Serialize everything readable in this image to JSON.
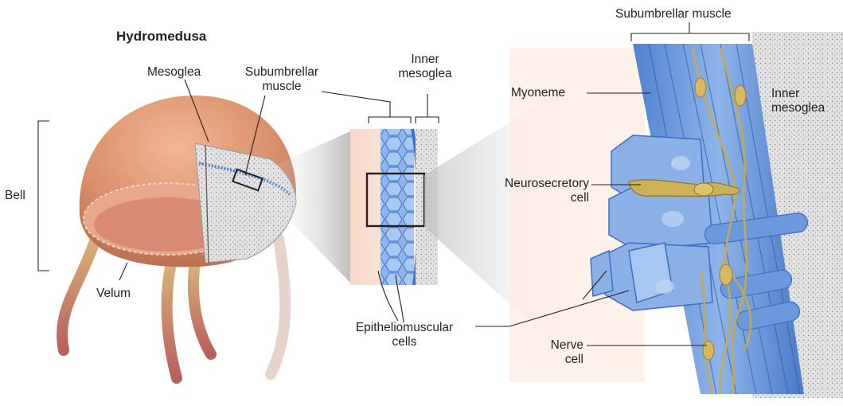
{
  "title": "Hydromedusa",
  "labels": {
    "mesoglea": "Mesoglea",
    "subumbrellar_muscle_small": [
      "Subumbrellar",
      "muscle"
    ],
    "inner_mesoglea_small": [
      "Inner",
      "mesoglea"
    ],
    "bell": "Bell",
    "velum": "Velum",
    "epitheliomuscular_cells": [
      "Epitheliomuscular",
      "cells"
    ],
    "subumbrellar_muscle_large": "Subumbrellar muscle",
    "myoneme": "Myoneme",
    "inner_mesoglea_large": [
      "Inner",
      "mesoglea"
    ],
    "neurosecretory_cell": [
      "Neurosecretory",
      "cell"
    ],
    "nerve_cell": [
      "Nerve",
      "cell"
    ]
  },
  "colors": {
    "bell": "#d98f6a",
    "bell_dark": "#b86a4e",
    "muscle_blue": "#5b8ed6",
    "muscle_light": "#a8c6ee",
    "nerve_yellow": "#c9a94b",
    "mesoglea_gray": "#d8d8d8",
    "leader_line": "#231f20"
  }
}
